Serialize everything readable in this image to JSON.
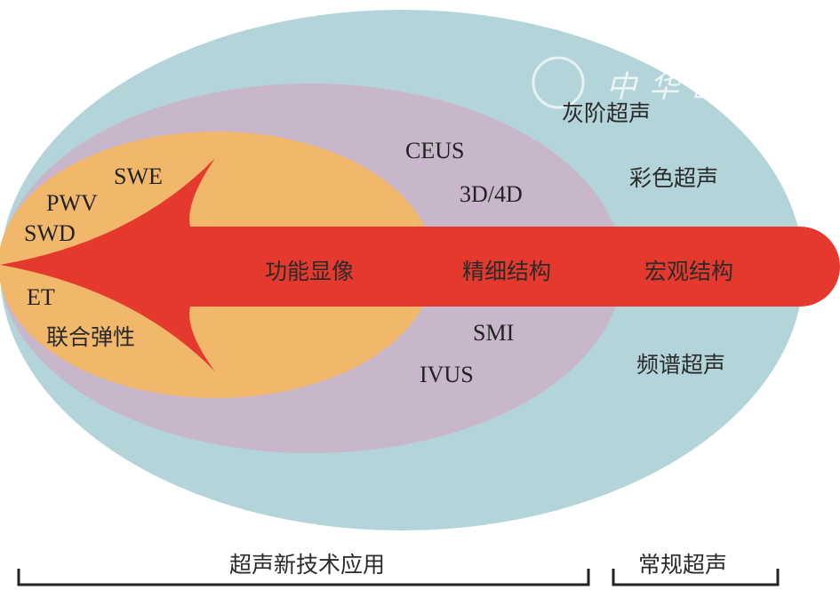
{
  "watermark": "中华医学会",
  "colors": {
    "outer": "#b3d4d8",
    "middle": "#c8b6cb",
    "inner": "#f1b86c",
    "arrow": "#e5392e"
  },
  "labels": {
    "swe": "SWE",
    "pwv": "PWV",
    "swd": "SWD",
    "et": "ET",
    "combined_elasticity": "联合弹性",
    "functional_imaging": "功能显像",
    "fine_structure": "精细结构",
    "macro_structure": "宏观结构",
    "ceus": "CEUS",
    "three_d_four_d": "3D/4D",
    "smi": "SMI",
    "ivus": "IVUS",
    "grayscale": "灰阶超声",
    "color_doppler": "彩色超声",
    "spectral_doppler": "频谱超声"
  },
  "brackets": {
    "new_tech": "超声新技术应用",
    "conventional": "常规超声"
  }
}
